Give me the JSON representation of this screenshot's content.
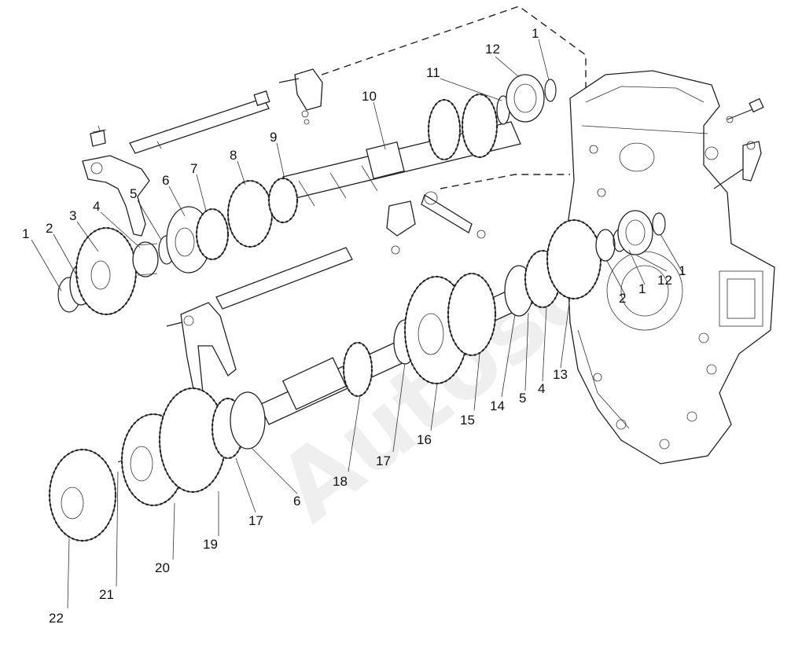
{
  "diagram": {
    "watermark": "Autosoft",
    "callouts": [
      {
        "id": "c1a",
        "text": "1"
      },
      {
        "id": "c2a",
        "text": "2"
      },
      {
        "id": "c3",
        "text": "3"
      },
      {
        "id": "c4a",
        "text": "4"
      },
      {
        "id": "c5a",
        "text": "5"
      },
      {
        "id": "c6a",
        "text": "6"
      },
      {
        "id": "c7",
        "text": "7"
      },
      {
        "id": "c8",
        "text": "8"
      },
      {
        "id": "c9",
        "text": "9"
      },
      {
        "id": "c10",
        "text": "10"
      },
      {
        "id": "c11",
        "text": "11"
      },
      {
        "id": "c12a",
        "text": "12"
      },
      {
        "id": "c1b",
        "text": "1"
      },
      {
        "id": "c12b",
        "text": "12"
      },
      {
        "id": "c1c",
        "text": "1"
      },
      {
        "id": "c1d",
        "text": "1"
      },
      {
        "id": "c2b",
        "text": "2"
      },
      {
        "id": "c13",
        "text": "13"
      },
      {
        "id": "c4b",
        "text": "4"
      },
      {
        "id": "c5b",
        "text": "5"
      },
      {
        "id": "c14",
        "text": "14"
      },
      {
        "id": "c15",
        "text": "15"
      },
      {
        "id": "c16",
        "text": "16"
      },
      {
        "id": "c17a",
        "text": "17"
      },
      {
        "id": "c18",
        "text": "18"
      },
      {
        "id": "c6b",
        "text": "6"
      },
      {
        "id": "c17b",
        "text": "17"
      },
      {
        "id": "c19",
        "text": "19"
      },
      {
        "id": "c20",
        "text": "20"
      },
      {
        "id": "c21",
        "text": "21"
      },
      {
        "id": "c22",
        "text": "22"
      }
    ]
  }
}
